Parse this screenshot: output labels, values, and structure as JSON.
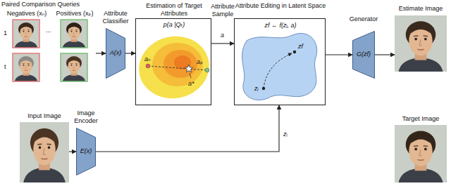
{
  "diagram": {
    "nodes": [
      {
        "text": [
          "Paired Comparison Queries",
          "Negatives (xₙ)",
          "Positives (xₚ)",
          "1",
          "...",
          "t"
        ]
      },
      {
        "text": [
          "Attribute Classifier",
          "A(x)"
        ]
      },
      {
        "text": [
          "Estimation of Target Attributes",
          "p(a |Qₜ)",
          "aₙ",
          "aₚ",
          "a*"
        ]
      },
      {
        "text": [
          "Attribute Editing in Latent Space",
          "zf ← f(zᵢ, a)",
          "zf",
          "zᵢ"
        ]
      },
      {
        "text": [
          "Generator",
          "G(zf)"
        ]
      },
      {
        "text": [
          "Estimate Image"
        ]
      },
      {
        "text": [
          "Input Image"
        ]
      },
      {
        "text": [
          "Image Encoder",
          "E(x)"
        ]
      },
      {
        "text": [
          "Target Image"
        ]
      }
    ],
    "edges": [
      {
        "from": 0,
        "to": 1,
        "arrow": "to"
      },
      {
        "from": 1,
        "to": 2,
        "arrow": "to"
      },
      {
        "from": 2,
        "to": 3,
        "arrow": "to",
        "label": "a"
      },
      {
        "from": 3,
        "to": 4,
        "arrow": "to"
      },
      {
        "from": 4,
        "to": 5,
        "arrow": "to"
      },
      {
        "from": 6,
        "to": 7,
        "arrow": "to"
      },
      {
        "from": 7,
        "to": 3,
        "arrow": "to",
        "label": "zᵢ"
      }
    ],
    "labels": [
      "Attribute Sample"
    ]
  }
}
